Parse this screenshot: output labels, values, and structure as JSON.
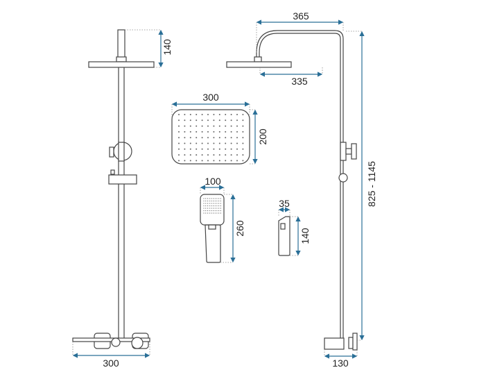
{
  "dimensions": {
    "left_arm_height": "140",
    "left_base_width": "300",
    "right_arm_reach": "365",
    "right_head_offset": "335",
    "total_height": "825 - 1145",
    "right_base_depth": "130",
    "head_width": "300",
    "head_depth": "200",
    "hand_shower_width": "100",
    "hand_shower_length": "260",
    "holder_width": "35",
    "holder_height": "140"
  },
  "colors": {
    "dimension_line": "#2a6f97",
    "outline": "#444444"
  }
}
